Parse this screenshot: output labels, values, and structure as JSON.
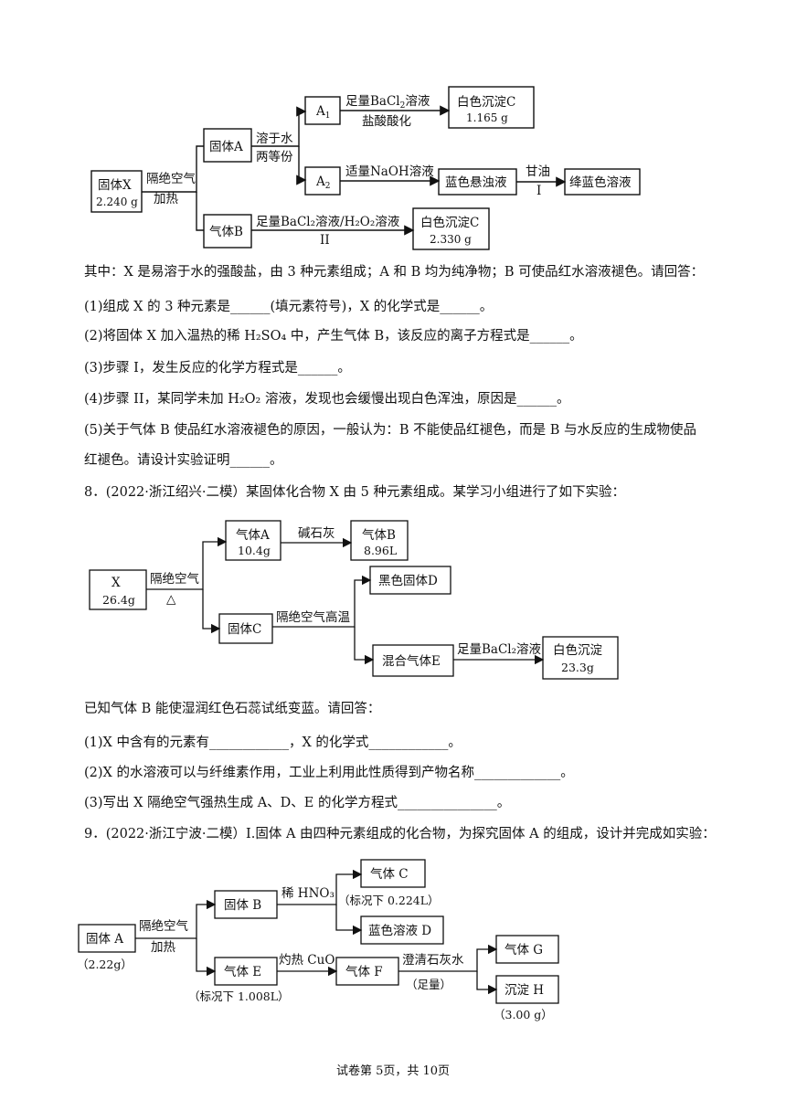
{
  "diagram7": {
    "solidX": [
      "固体X",
      "2.240 g"
    ],
    "heat": [
      "隔绝空气",
      "加热"
    ],
    "solidA": "固体A",
    "dissolve": [
      "溶于水",
      "两等份"
    ],
    "A1": "A",
    "A1sub": "1",
    "A2": "A",
    "A2sub": "2",
    "reagent1a": "足量BaCl",
    "reagent1b": "溶液",
    "reagent1c": "盐酸酸化",
    "pptC1": [
      "白色沉淀C",
      "1.165 g"
    ],
    "reagent2": "适量NaOH溶液",
    "blueSusp": "蓝色悬浊液",
    "glycerol": [
      "甘油",
      "I"
    ],
    "deepBlue": "绛蓝色溶液",
    "gasB": "气体B",
    "reagent3": "足量BaCl₂溶液/H₂O₂溶液",
    "step2": "II",
    "pptC2": [
      "白色沉淀C",
      "2.330 g"
    ]
  },
  "text7": {
    "intro": "其中：X 是易溶于水的强酸盐，由 3 种元素组成；A 和 B 均为纯净物；B 可使品红水溶液褪色。请回答：",
    "q1": "(1)组成 X 的 3 种元素是______(填元素符号)，X 的化学式是______。",
    "q2": "(2)将固体 X 加入温热的稀 H₂SO₄ 中，产生气体 B，该反应的离子方程式是______。",
    "q3": "(3)步骤 I，发生反应的化学方程式是______。",
    "q4": "(4)步骤 II，某同学未加 H₂O₂ 溶液，发现也会缓慢出现白色浑浊，原因是______。",
    "q5a": "(5)关于气体 B 使品红水溶液褪色的原因，一般认为：B 不能使品红褪色，而是 B 与水反应的生成物使品",
    "q5b": "红褪色。请设计实验证明______。"
  },
  "text8": {
    "title": "8．(2022·浙江绍兴·二模）某固体化合物 X 由 5 种元素组成。某学习小组进行了如下实验："
  },
  "diagram8": {
    "X": [
      "X",
      "26.4g"
    ],
    "heat": [
      "隔绝空气",
      "△"
    ],
    "gasA": [
      "气体A",
      "10.4g"
    ],
    "sodaLime": "碱石灰",
    "gasB": [
      "气体B",
      "8.96L"
    ],
    "solidC": "固体C",
    "highTemp": "隔绝空气高温",
    "blackD": "黑色固体D",
    "mixE": "混合气体E",
    "reagent": "足量BaCl₂溶液",
    "ppt": [
      "白色沉淀",
      "23.3g"
    ]
  },
  "text8b": {
    "known": "已知气体 B 能使湿润红色石蕊试纸变蓝。请回答：",
    "q1": "(1)X 中含有的元素有____________，X 的化学式____________。",
    "q2": "(2)X 的水溶液可以与纤维素作用，工业上利用此性质得到产物名称_____________。",
    "q3": "(3)写出 X 隔绝空气强热生成 A、D、E 的化学方程式_______________。"
  },
  "text9": {
    "title": "9．(2022·浙江宁波·二模）I.固体 A 由四种元素组成的化合物，为探究固体 A 的组成，设计并完成如实验："
  },
  "diagram9": {
    "solidA": "固体 A",
    "solidAmass": "（2.22g）",
    "heat": [
      "隔绝空气",
      "加热"
    ],
    "solidB": "固体 B",
    "hno3": "稀 HNO₃",
    "gasC": "气体 C",
    "gasCvol": "（标况下 0.224L）",
    "blueD": "蓝色溶液 D",
    "gasE": "气体 E",
    "gasEvol": "（标况下 1.008L）",
    "cuo": "灼热 CuO",
    "gasF": "气体 F",
    "limewater": "澄清石灰水",
    "excess": "（足量）",
    "gasG": "气体 G",
    "pptH": "沉淀 H",
    "pptHmass": "（3.00 g）"
  },
  "footer": "试卷第 5页，共 10页"
}
